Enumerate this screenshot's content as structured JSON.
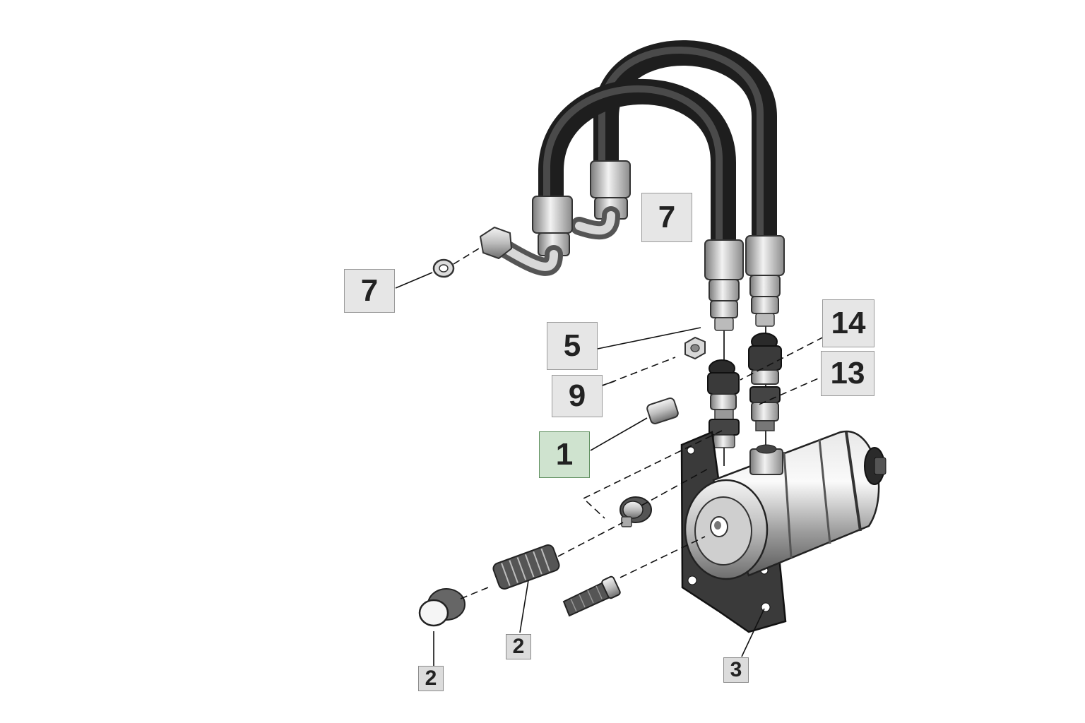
{
  "callouts": [
    {
      "label": "7"
    },
    {
      "label": "7"
    },
    {
      "label": "5"
    },
    {
      "label": "9"
    },
    {
      "label": "1"
    },
    {
      "label": "14"
    },
    {
      "label": "13"
    },
    {
      "label": "2"
    },
    {
      "label": "2"
    },
    {
      "label": "3"
    }
  ],
  "colors": {
    "callout_bg": "#e6e6e6",
    "callout_highlight_bg": "#cfe3cf",
    "callout_highlight_border": "#5f8f5f",
    "hose": "#2b2b2b",
    "metal": "#c9c9c9",
    "bracket": "#3a3a3a"
  }
}
